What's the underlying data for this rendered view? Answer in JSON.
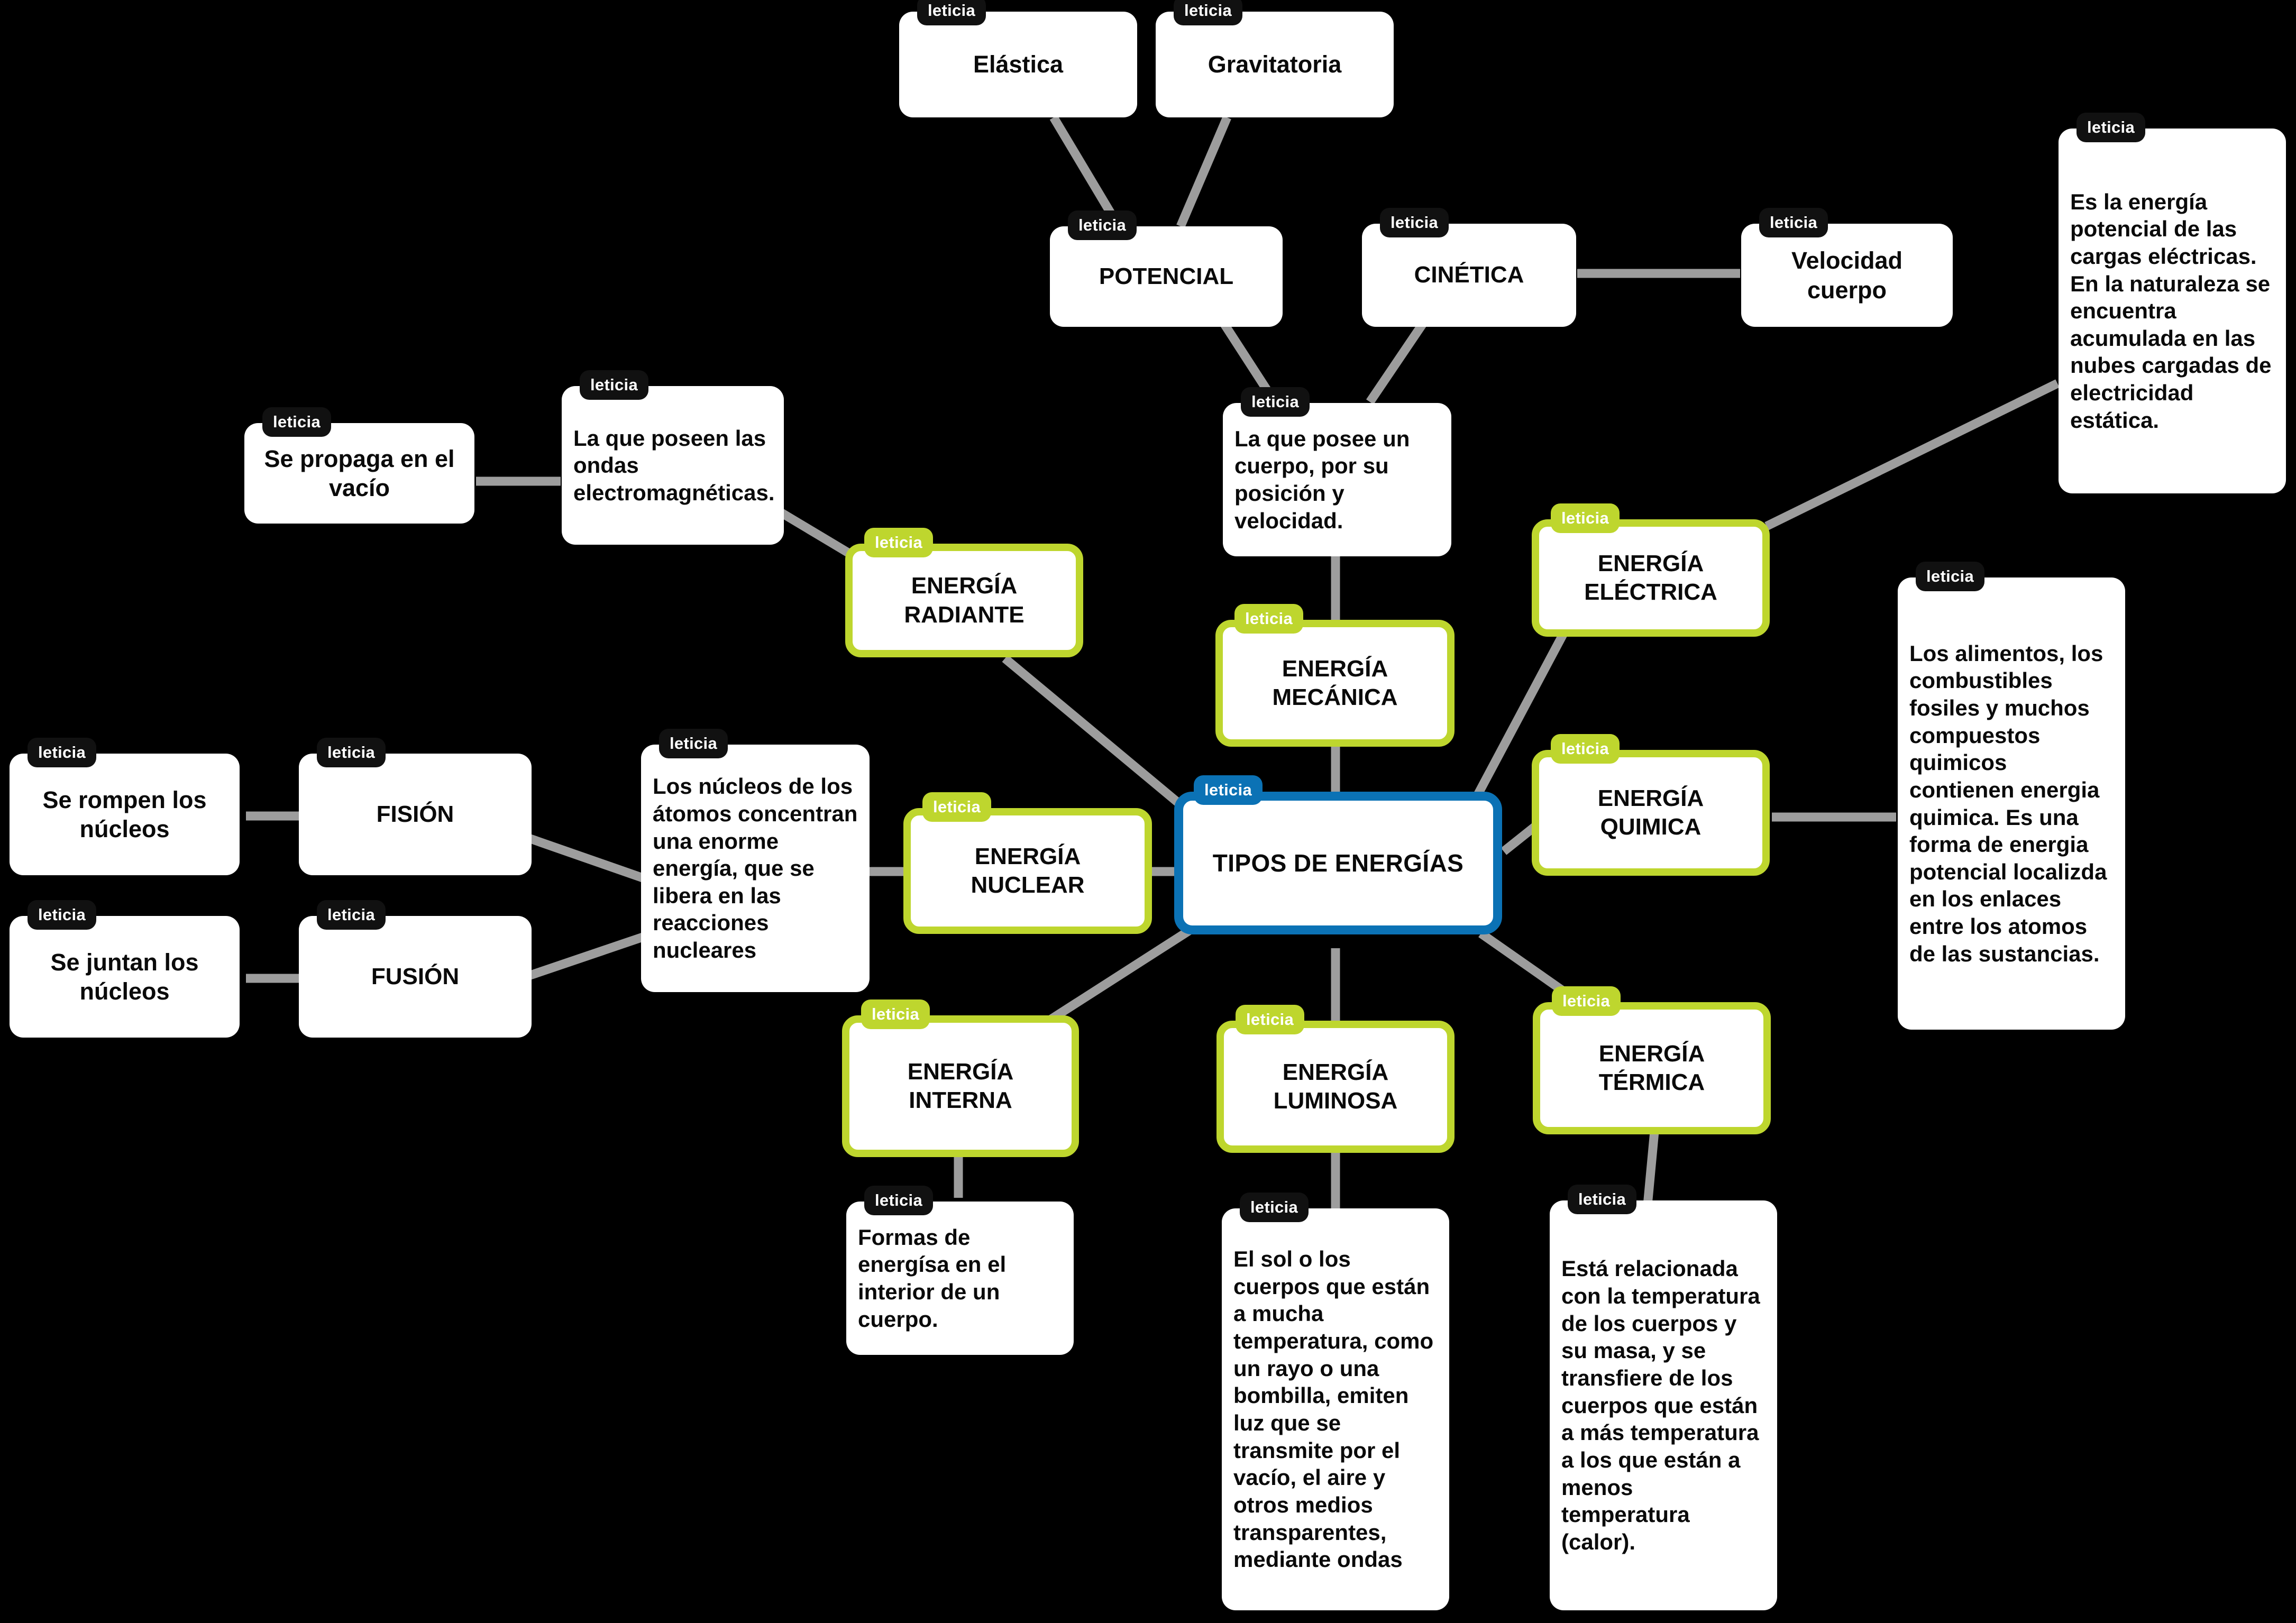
{
  "meta": {
    "author_chip": "leticia",
    "colors": {
      "background": "#000000",
      "node_fill": "#ffffff",
      "accent_green": "#BED62E",
      "accent_blue": "#0B72B5",
      "edge_gray": "#9d9d9d",
      "text": "#0a0a0a"
    }
  },
  "center": {
    "label": "TIPOS DE ENERGÍAS"
  },
  "branches": {
    "mecanica": {
      "label": "ENERGÍA MECÁNICA"
    },
    "radiante": {
      "label": "ENERGÍA RADIANTE"
    },
    "nuclear": {
      "label": "ENERGÍA NUCLEAR"
    },
    "interna": {
      "label": "ENERGÍA INTERNA"
    },
    "luminosa": {
      "label": "ENERGÍA LUMINOSA"
    },
    "termica": {
      "label": "ENERGÍA TÉRMICA"
    },
    "quimica": {
      "label": "ENERGÍA QUIMICA"
    },
    "electrica": {
      "label": "ENERGÍA ELÉCTRICA"
    }
  },
  "notes": {
    "mecanica_def": "La que posee un cuerpo, por su posición y velocidad.",
    "potencial": "POTENCIAL",
    "cinetica": "CINÉTICA",
    "elastica": "Elástica",
    "gravitatoria": "Gravitatoria",
    "velocidad_cuerpo": "Velocidad cuerpo",
    "radiante_def": "La que poseen las ondas electromagnéticas.",
    "radiante_vacio": "Se propaga en el vacío",
    "nuclear_def": "Los núcleos de los átomos concentran una enorme energía, que se libera en las reacciones nucleares",
    "fision": "FISIÓN",
    "fusion": "FUSIÓN",
    "fision_def": "Se rompen los núcleos",
    "fusion_def": "Se juntan los núcleos",
    "interna_def": "Formas de energísa en el interior de un cuerpo.",
    "luminosa_def": "El sol o los cuerpos que están a mucha temperatura, como un rayo o una bombilla, emiten luz que se transmite por el vacío, el aire y otros medios transparentes, mediante ondas",
    "termica_def": "Está relacionada con la temperatura de los cuerpos y su masa, y se transfiere de los cuerpos que están a más temperatura a los que están a menos temperatura (calor).",
    "quimica_def": "Los alimentos, los combustibles fosiles y muchos compuestos quimicos contienen energia quimica. Es una forma de energia potencial localizda en  los enlaces entre los atomos de las sustancias.",
    "electrica_def": "Es la energía potencial de las cargas eléctricas. En la naturaleza se encuentra acumulada en las nubes cargadas de electricidad estática."
  }
}
